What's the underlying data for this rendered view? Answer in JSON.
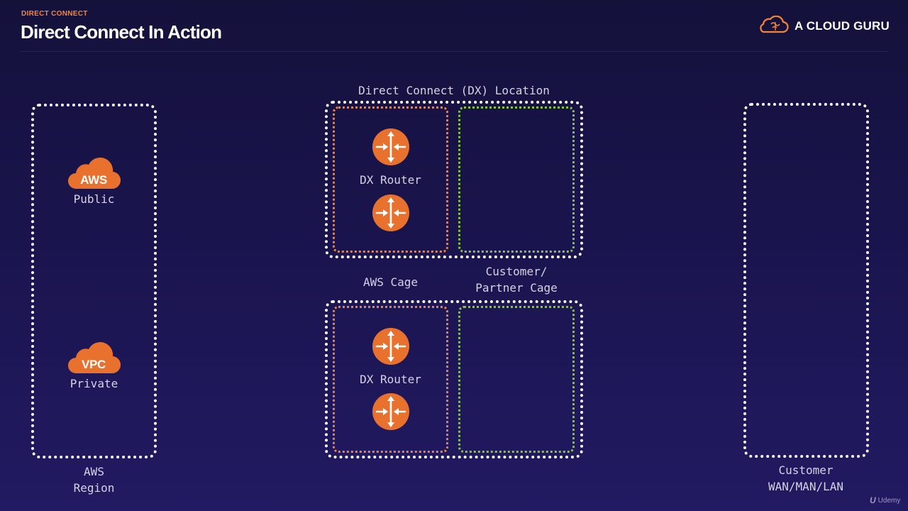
{
  "header": {
    "kicker": "DIRECT CONNECT",
    "title": "Direct Connect In Action"
  },
  "brand": {
    "name": "A CLOUD GURU",
    "icon": "cloud-brain-icon",
    "color": "#f58536"
  },
  "aws_region": {
    "public_cloud_text": "AWS",
    "public_label": "Public",
    "private_cloud_text": "VPC",
    "private_label": "Private",
    "label_line1": "AWS",
    "label_line2": "Region"
  },
  "dx_location": {
    "title": "Direct Connect (DX) Location",
    "router_label_top": "DX Router",
    "router_label_bottom": "DX Router",
    "aws_cage_label": "AWS Cage",
    "customer_cage_line1": "Customer/",
    "customer_cage_line2": "Partner Cage"
  },
  "customer": {
    "label_line1": "Customer",
    "label_line2": "WAN/MAN/LAN"
  },
  "watermark": {
    "mark": "U",
    "text": "Udemy"
  },
  "colors": {
    "background": "#1b1551",
    "accent_orange": "#f0803a",
    "router_fill": "#e8712e",
    "aws_cage_border": "#f0803a",
    "customer_cage_border": "#8cc04a",
    "container_border": "#ffffff"
  },
  "icons": {
    "router": "router-icon",
    "aws_cloud": "aws-cloud-icon",
    "vpc_cloud": "vpc-cloud-icon"
  }
}
